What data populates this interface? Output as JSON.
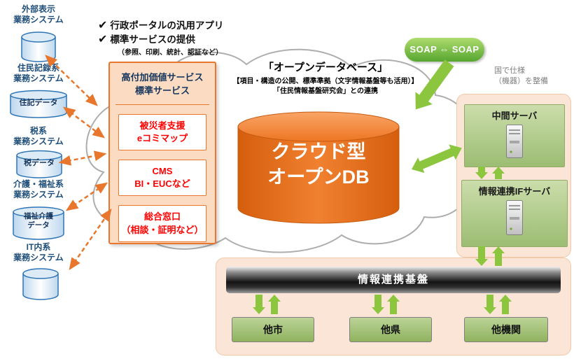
{
  "checklist": {
    "check_glyph": "✔",
    "item1": "行政ポータルの汎用アプリ",
    "item2": "標準サービスの提供",
    "note": "（参照、印刷、統計、認証など）"
  },
  "left_systems": [
    "外部表示\n業務システム",
    "住民記録系\n業務システム",
    "税系\n業務システム",
    "介護・福祉系\n業務システム",
    "IT内系\n業務システム"
  ],
  "datastores": [
    "住記データ",
    "税データ",
    "福祉介護\nデータ"
  ],
  "services": {
    "title": "高付加価値サービス\n標準サービス",
    "items": [
      "被災者支援\neコミマップ",
      "CMS\nBI・EUCなど",
      "総合窓口\n（相談・証明など）"
    ]
  },
  "opendb": {
    "heading": "「オープンデータベース」",
    "detail1": "【項目・構造の公開、標準準拠（文字情報基盤等も活用）】",
    "detail2": "「住民情報基盤研究会」との連携",
    "cylinder_label": "クラウド型\nオープンDB"
  },
  "soap_label": "SOAP ⇔ SOAP",
  "national": {
    "note": "国で仕様\n（機器）を整備",
    "server1": "中間サーバ",
    "server2": "情報連携IFサーバ"
  },
  "federation": {
    "bar": "情報連携基盤",
    "nodes": [
      "他市",
      "他県",
      "他機関"
    ]
  },
  "colors": {
    "orange_accent": "#E8762C",
    "red_text": "#FF0000",
    "navy_text": "#1F4E79",
    "green_arrow": "#8CC63E",
    "peach_panel": "#FBE5D6",
    "db_orange": "#E96A14"
  }
}
